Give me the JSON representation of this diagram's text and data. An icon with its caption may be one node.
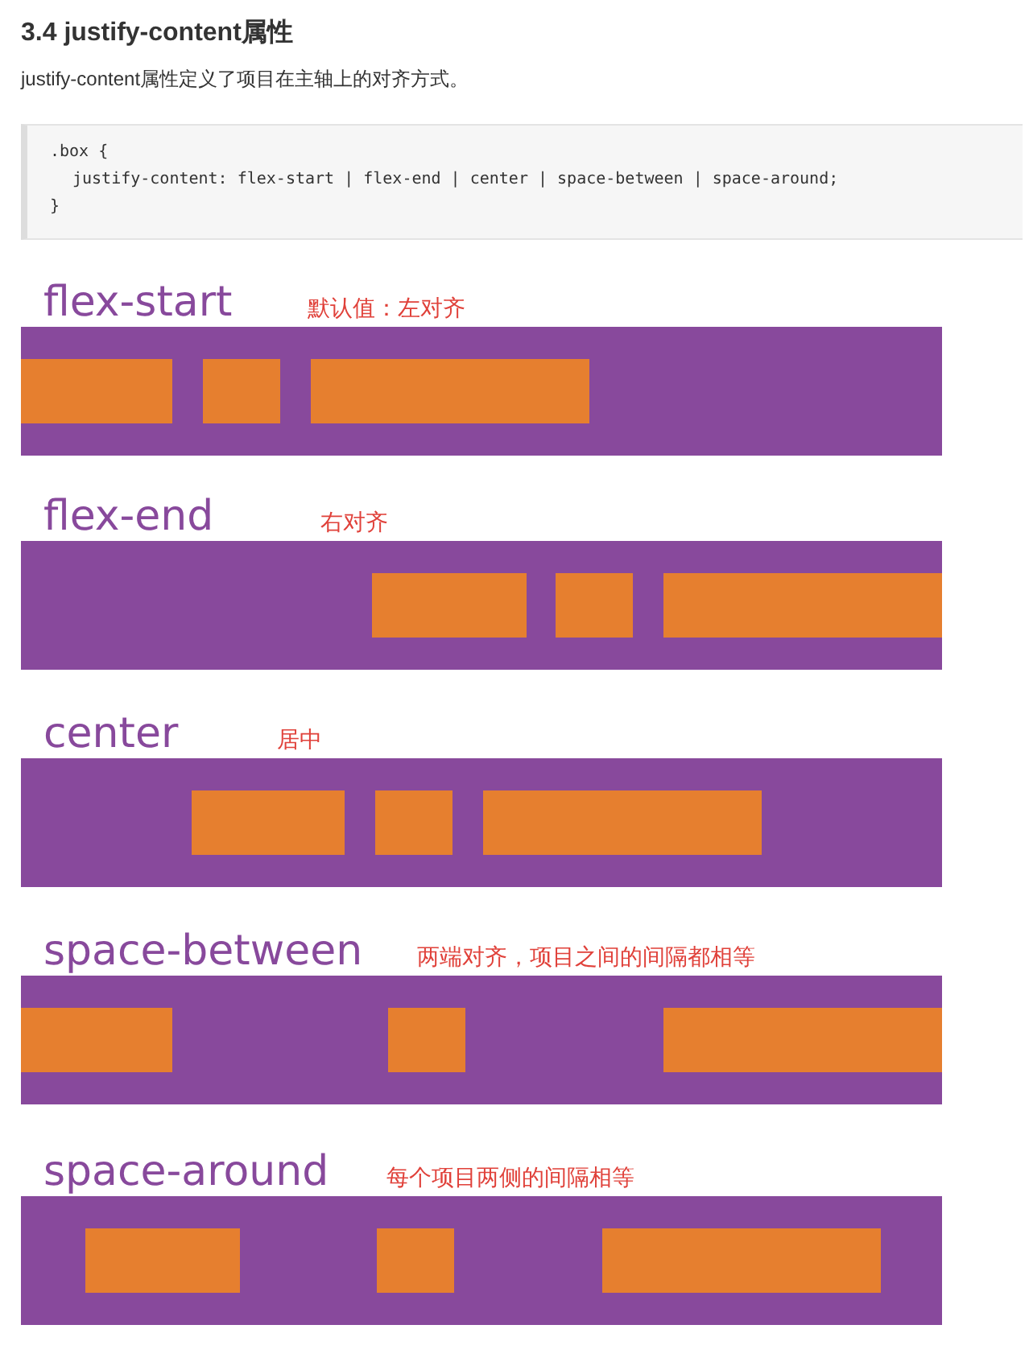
{
  "diagram": {
    "title": "3.4 justify-content属性",
    "nodes": [
      {
        "text": [
          "flex-start"
        ],
        "beside": [
          "默认值：左对齐"
        ]
      },
      {
        "text": [],
        "shape": "box",
        "in": 0
      },
      {
        "text": [],
        "shape": "box",
        "in": 0
      },
      {
        "text": [],
        "shape": "box",
        "in": 0
      },
      {
        "text": [
          "flex-end"
        ],
        "beside": [
          "右对齐"
        ]
      },
      {
        "text": [],
        "shape": "box",
        "in": 4
      },
      {
        "text": [],
        "shape": "box",
        "in": 4
      },
      {
        "text": [],
        "shape": "box",
        "in": 4
      },
      {
        "text": [
          "center"
        ],
        "beside": [
          "居中"
        ]
      },
      {
        "text": [],
        "shape": "box",
        "in": 8
      },
      {
        "text": [],
        "shape": "box",
        "in": 8
      },
      {
        "text": [],
        "shape": "box",
        "in": 8
      },
      {
        "text": [
          "space-between"
        ],
        "beside": [
          "两端对齐，项目之间的间隔都相等"
        ]
      },
      {
        "text": [],
        "shape": "box",
        "in": 12
      },
      {
        "text": [],
        "shape": "box",
        "in": 12
      },
      {
        "text": [],
        "shape": "box",
        "in": 12
      },
      {
        "text": [
          "space-around"
        ],
        "beside": [
          "每个项目两侧的间隔相等"
        ]
      },
      {
        "text": [],
        "shape": "box",
        "in": 16
      },
      {
        "text": [],
        "shape": "box",
        "in": 16
      },
      {
        "text": [],
        "shape": "box",
        "in": 16
      }
    ],
    "labels": [
      "justify-content属性定义了项目在主轴上的对齐方式。",
      ".box {",
      "justify-content: flex-start | flex-end | center | space-between | space-around;",
      "}"
    ]
  }
}
